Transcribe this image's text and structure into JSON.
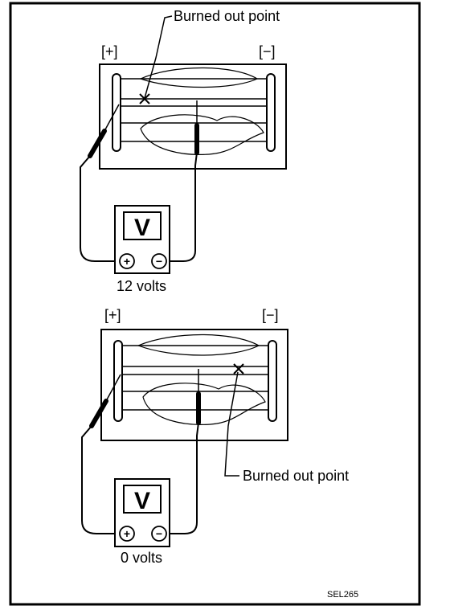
{
  "diagram_1": {
    "label": "Burned out point",
    "plus": "[+]",
    "minus": "[−]",
    "meter_letter": "V",
    "meter_plus": "+",
    "meter_minus": "−",
    "reading": "12 volts"
  },
  "diagram_2": {
    "label": "Burned out point",
    "plus": "[+]",
    "minus": "[−]",
    "meter_letter": "V",
    "meter_plus": "+",
    "meter_minus": "−",
    "reading": "0 volts"
  },
  "figure_code": "SEL265"
}
